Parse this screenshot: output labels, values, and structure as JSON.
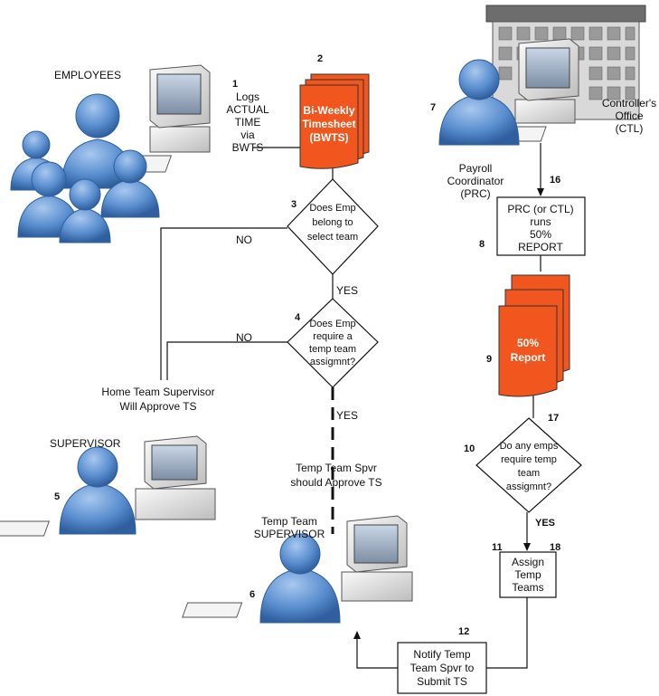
{
  "actors": {
    "employees": "EMPLOYEES",
    "supervisor": "SUPERVISOR",
    "temp_supervisor": [
      "Temp Team",
      "SUPERVISOR"
    ],
    "payroll": [
      "Payroll",
      "Coordinator",
      "(PRC)"
    ],
    "controller": [
      "Controller's",
      "Office",
      "(CTL)"
    ]
  },
  "steps": {
    "s1": "1",
    "s2": "2",
    "s3": "3",
    "s4": "4",
    "s5": "5",
    "s6": "6",
    "s7": "7",
    "s8": "8",
    "s9": "9",
    "s10": "10",
    "s11": "11",
    "s12": "12",
    "s16": "16",
    "s17": "17",
    "s18": "18"
  },
  "notes": {
    "logs": [
      "Logs",
      "ACTUAL",
      "TIME",
      "via",
      "BWTS"
    ],
    "home_approve": [
      "Home Team Supervisor",
      "Will Approve TS"
    ],
    "temp_approve": [
      "Temp Team Spvr",
      "should Approve TS"
    ]
  },
  "documents": {
    "bwts": [
      "Bi-Weekly",
      "Timesheet",
      "(BWTS)"
    ],
    "report": [
      "50%",
      "Report"
    ]
  },
  "decisions": {
    "d3": [
      "Does Emp",
      "belong to",
      "select team"
    ],
    "d4": [
      "Does Emp",
      "require a",
      "temp team",
      "assigmnt?"
    ],
    "d10": [
      "Do any emps",
      "require temp",
      "team",
      "assigmnt?"
    ]
  },
  "processes": {
    "p8": [
      "PRC (or CTL)",
      "runs",
      "50%",
      "REPORT"
    ],
    "p11": [
      "Assign",
      "Temp",
      "Teams"
    ],
    "p12": [
      "Notify Temp",
      "Team Spvr to",
      "Submit TS"
    ]
  },
  "edges": {
    "no1": "NO",
    "no2": "NO",
    "yes1": "YES",
    "yes2": "YES",
    "yes3": "YES"
  },
  "colors": {
    "doc_fill": "#f0561e",
    "person": "#5b8fcf",
    "person_dark": "#3a6aa8",
    "computer": "#e6e6e6",
    "building": "#9a9a9a"
  }
}
